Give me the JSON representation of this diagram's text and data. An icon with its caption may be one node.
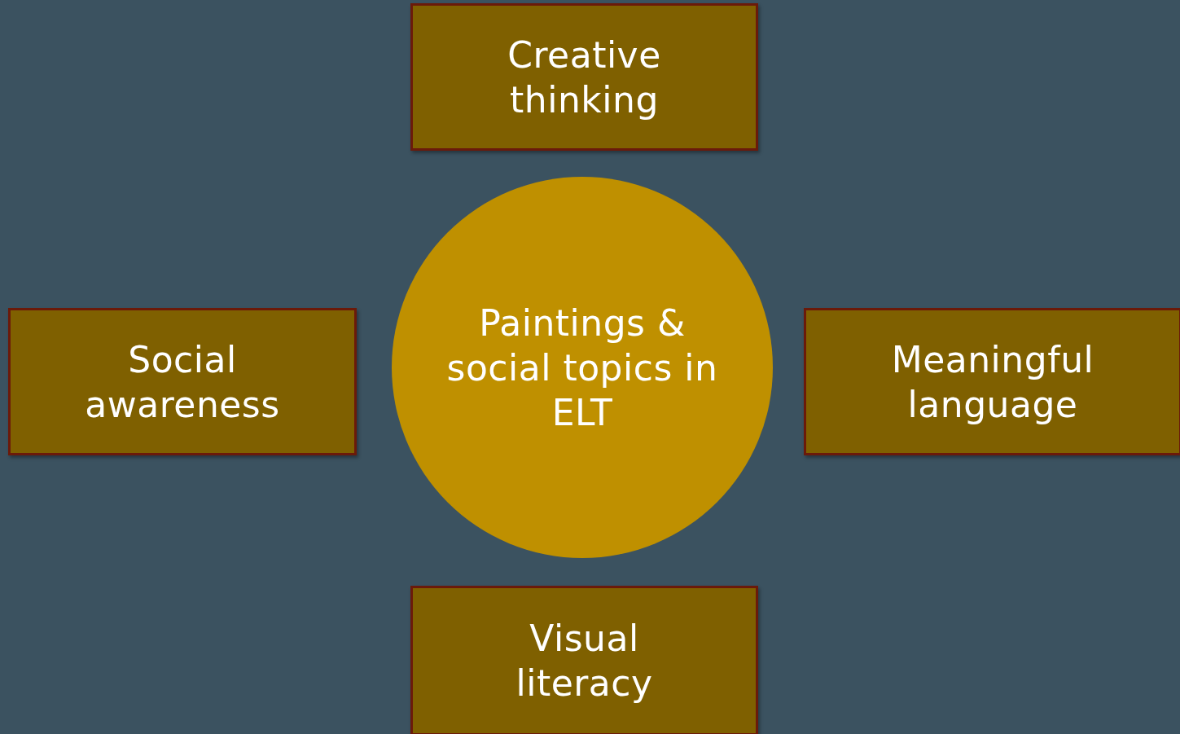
{
  "diagram": {
    "nodes": [
      {
        "text": [
          "Creative thinking"
        ]
      },
      {
        "text": [
          "Social awareness"
        ]
      },
      {
        "text": [
          "Paintings & social topics in ELT"
        ]
      },
      {
        "text": [
          "Meaningful language"
        ]
      },
      {
        "text": [
          "Visual literacy"
        ]
      }
    ]
  }
}
